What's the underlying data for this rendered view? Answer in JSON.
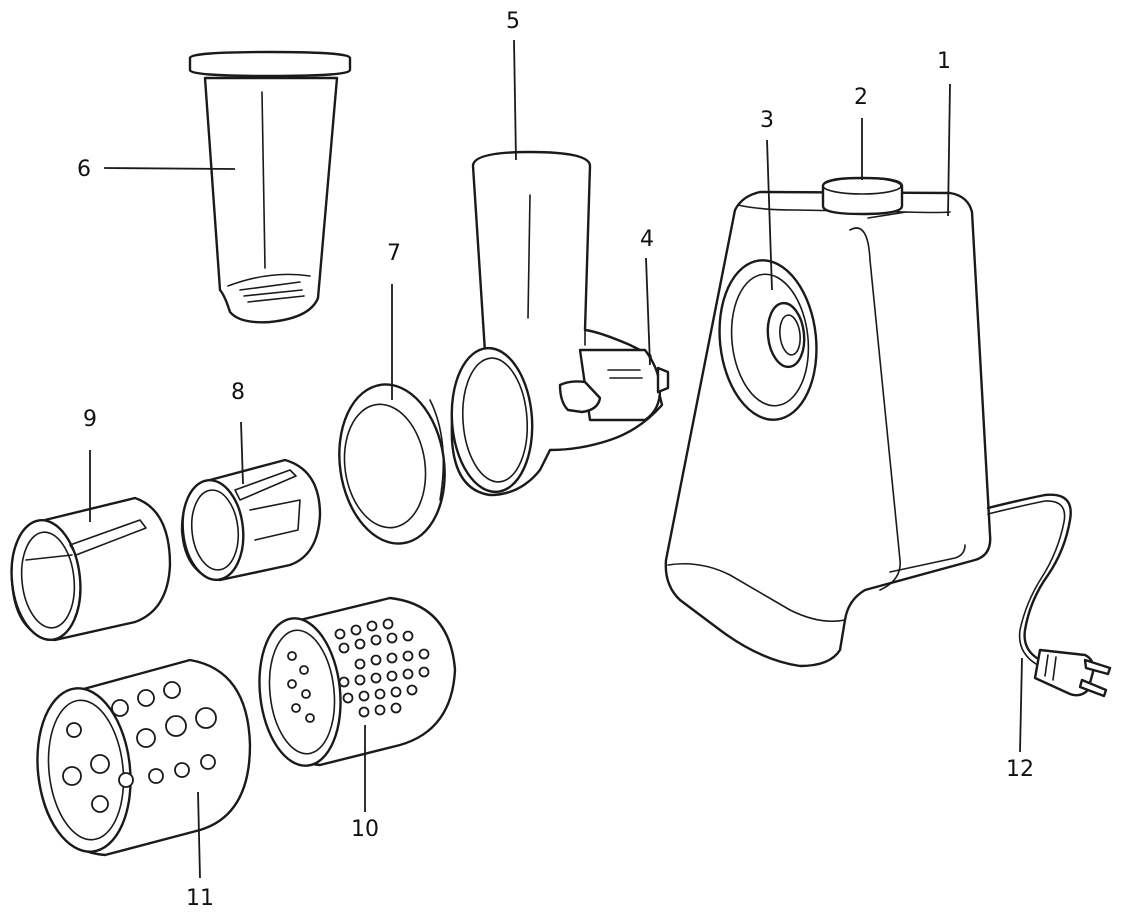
{
  "labels": {
    "l1": "1",
    "l2": "2",
    "l3": "3",
    "l4": "4",
    "l5": "5",
    "l6": "6",
    "l7": "7",
    "l8": "8",
    "l9": "9",
    "l10": "10",
    "l11": "11",
    "l12": "12"
  }
}
